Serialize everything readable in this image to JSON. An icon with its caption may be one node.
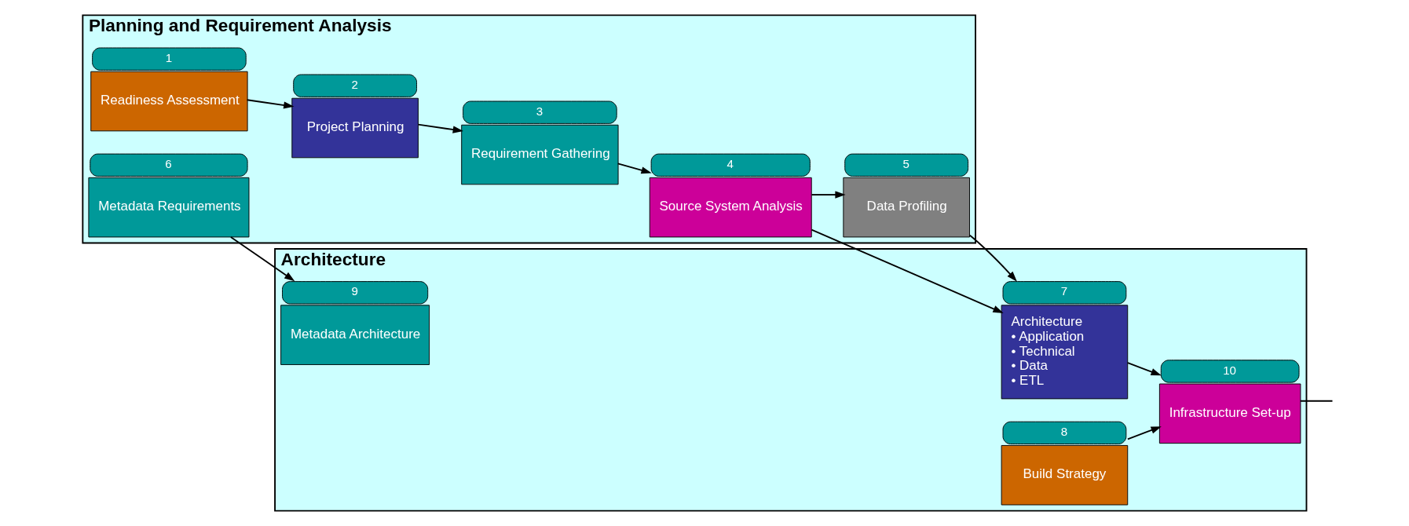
{
  "diagram": {
    "nodes": [
      {
        "text": [
          "Planning and Requirement Analysis"
        ]
      },
      {
        "text": [
          "Readiness Assessment"
        ],
        "in": 0,
        "beside": [
          "1"
        ]
      },
      {
        "text": [
          "Project Planning"
        ],
        "in": 0,
        "beside": [
          "2"
        ]
      },
      {
        "text": [
          "Requirement Gathering"
        ],
        "in": 0,
        "beside": [
          "3"
        ]
      },
      {
        "text": [
          "Source System Analysis"
        ],
        "in": 0,
        "beside": [
          "4"
        ]
      },
      {
        "text": [
          "Data Profiling"
        ],
        "in": 0,
        "beside": [
          "5"
        ]
      },
      {
        "text": [
          "Metadata Requirements"
        ],
        "in": 0,
        "beside": [
          "6"
        ]
      },
      {
        "text": [
          "Architecture"
        ]
      },
      {
        "text": [
          "Architecture",
          "• Application",
          "• Technical",
          "• Data",
          "• ETL"
        ],
        "in": 7,
        "beside": [
          "7"
        ]
      },
      {
        "text": [
          "Build Strategy"
        ],
        "in": 7,
        "beside": [
          "8"
        ]
      },
      {
        "text": [
          "Metadata Architecture"
        ],
        "in": 7,
        "beside": [
          "9"
        ]
      },
      {
        "text": [
          "Infrastructure Set-up"
        ],
        "in": 7,
        "beside": [
          "10"
        ]
      }
    ],
    "edges": [
      {
        "from": 1,
        "to": 2,
        "arrow": "to"
      },
      {
        "from": 2,
        "to": 3,
        "arrow": "to"
      },
      {
        "from": 3,
        "to": 4,
        "arrow": "to"
      },
      {
        "from": 4,
        "to": 8,
        "arrow": "to"
      },
      {
        "from": 4,
        "to": 5,
        "arrow": "to"
      },
      {
        "from": 5,
        "to": 8,
        "arrow": "to"
      },
      {
        "from": 6,
        "to": 10,
        "arrow": "to"
      },
      {
        "from": 8,
        "to": 11,
        "arrow": "to"
      },
      {
        "from": 9,
        "to": 11,
        "arrow": "to"
      },
      {
        "from": 11,
        "to": null,
        "arrow": "none"
      }
    ]
  }
}
